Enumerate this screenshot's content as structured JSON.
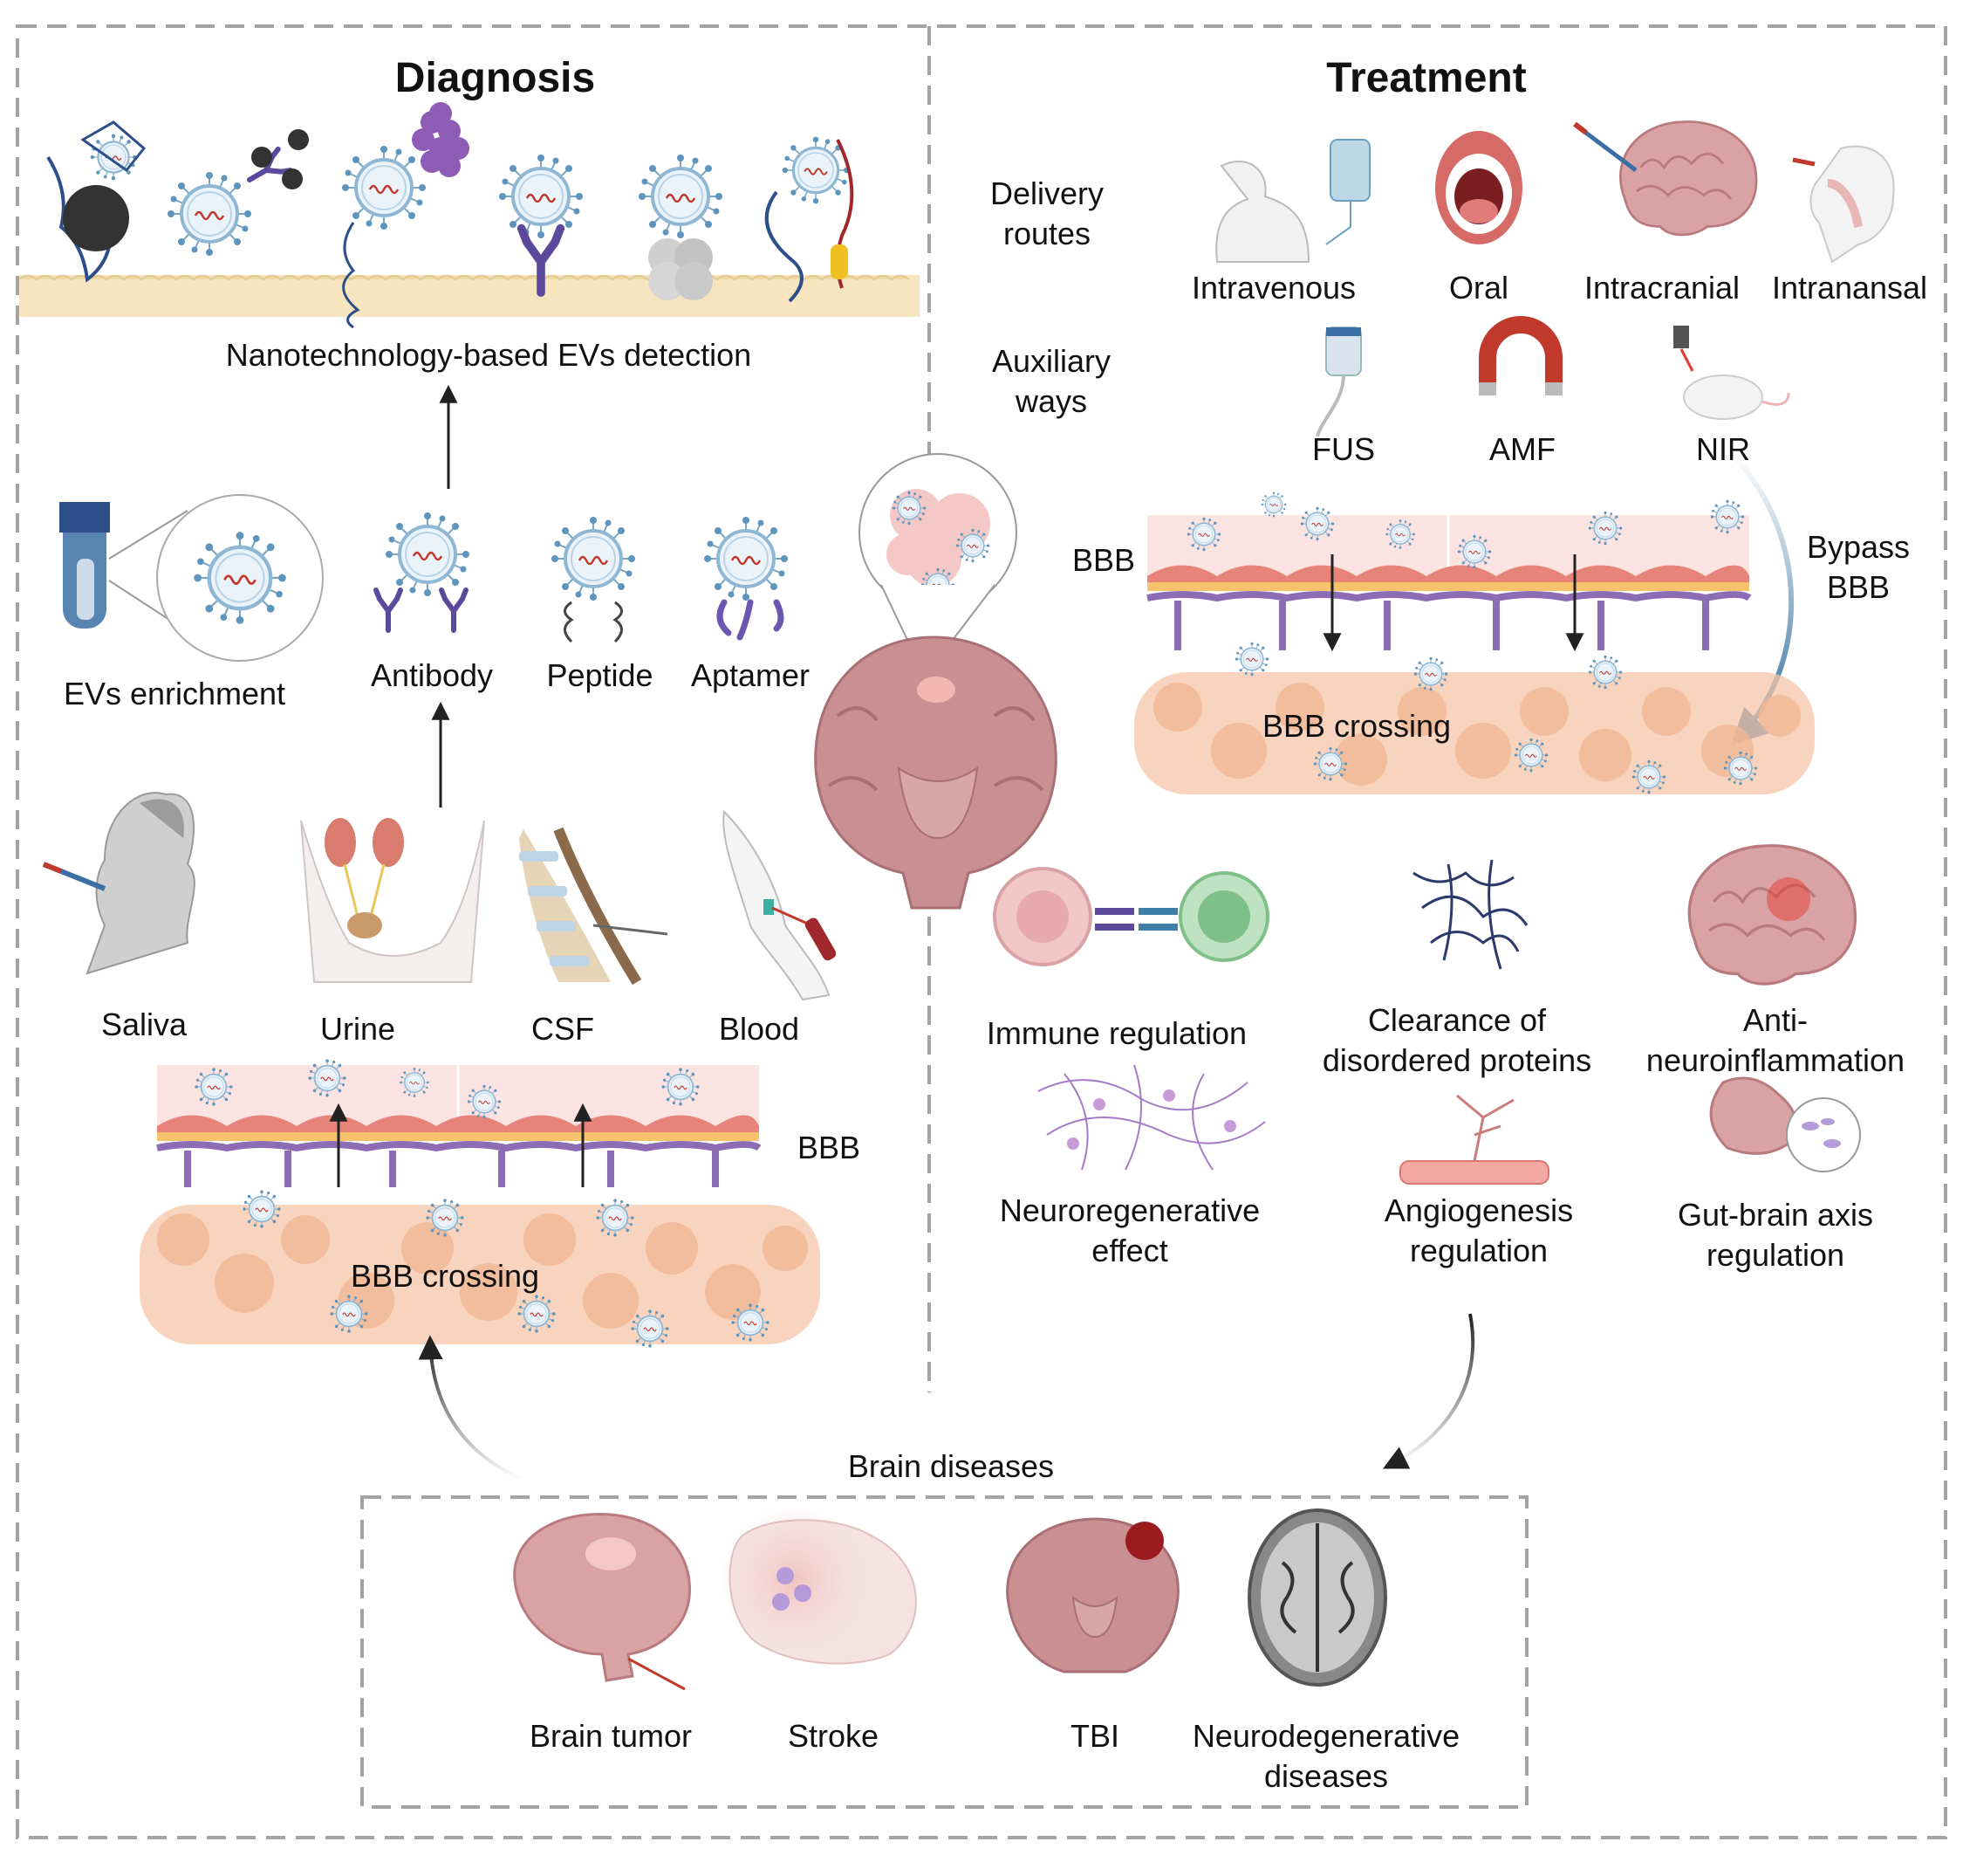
{
  "panels": {
    "diagnosis": {
      "title": "Diagnosis",
      "detection_label": "Nanotechnology-based EVs detection",
      "enrichment_label": "EVs enrichment",
      "capture_probes": [
        "Antibody",
        "Peptide",
        "Aptamer"
      ],
      "biofluids": [
        "Saliva",
        "Urine",
        "CSF",
        "Blood"
      ],
      "bbb_label": "BBB",
      "crossing_label": "BBB crossing"
    },
    "treatment": {
      "title": "Treatment",
      "delivery_label": [
        "Delivery",
        "routes"
      ],
      "delivery_routes": [
        "Intravenous",
        "Oral",
        "Intracranial",
        "Intranansal"
      ],
      "auxiliary_label": [
        "Auxiliary",
        "ways"
      ],
      "auxiliary_ways": [
        "FUS",
        "AMF",
        "NIR"
      ],
      "bbb_label": "BBB",
      "bypass_label": [
        "Bypass",
        "BBB"
      ],
      "crossing_label": "BBB crossing",
      "effects": {
        "immune": "Immune regulation",
        "clearance": [
          "Clearance of",
          "disordered proteins"
        ],
        "anti_inflammation": [
          "Anti-",
          "neuroinflammation"
        ],
        "neuroregenerative": [
          "Neuroregenerative",
          "effect"
        ],
        "angiogenesis": [
          "Angiogenesis",
          "regulation"
        ],
        "gut_brain": [
          "Gut-brain axis",
          "regulation"
        ]
      }
    },
    "diseases": {
      "title": "Brain diseases",
      "items": [
        "Brain tumor",
        "Stroke",
        "TBI"
      ],
      "neurodegenerative": [
        "Neurodegenerative",
        "diseases"
      ]
    }
  },
  "colors": {
    "brain": "#c98f92",
    "ev_membrane": "#8fb7d4",
    "ev_rna": "#c0392b",
    "endothelium": "#e8837a",
    "pericyte": "#f6c26b",
    "astrocyte": "#8e6bb5",
    "neuron_tissue": "#f6c6a9",
    "immune_cell": "#8fcf98",
    "arrow_blue": "#2f6c9b"
  }
}
